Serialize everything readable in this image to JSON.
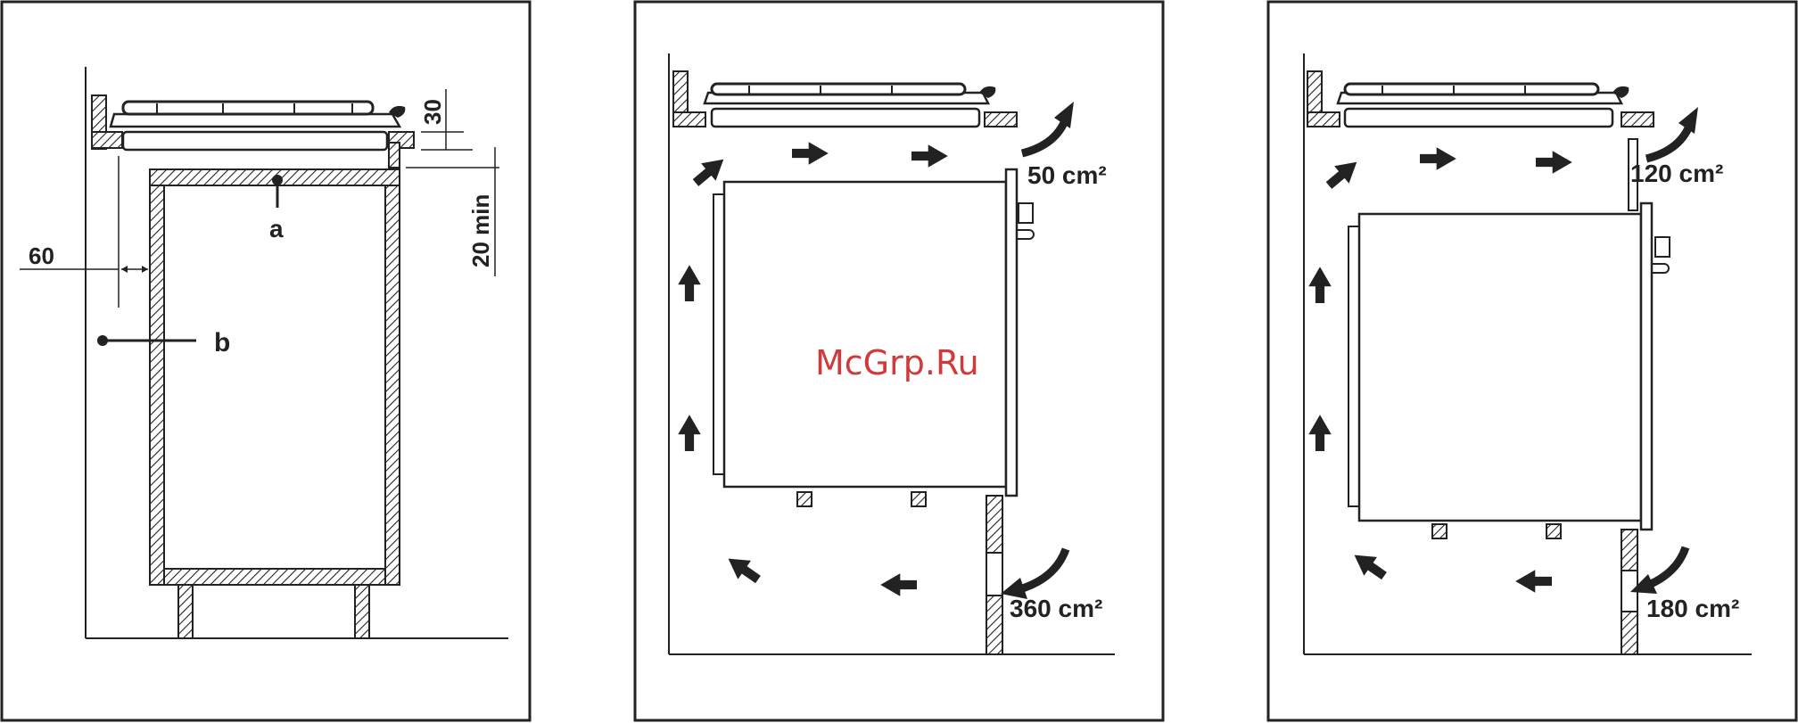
{
  "panel1": {
    "dim_top": "30",
    "dim_gap": "20 min",
    "dim_side": "60",
    "label_a": "a",
    "label_b": "b"
  },
  "panel2": {
    "vent_top": "50 cm²",
    "vent_bottom": "360 cm²"
  },
  "panel3": {
    "vent_top": "120 cm²",
    "vent_bottom": "180 cm²"
  },
  "watermark": "McGrp.Ru",
  "colors": {
    "line": "#222222",
    "watermark": "#d23a3a"
  }
}
